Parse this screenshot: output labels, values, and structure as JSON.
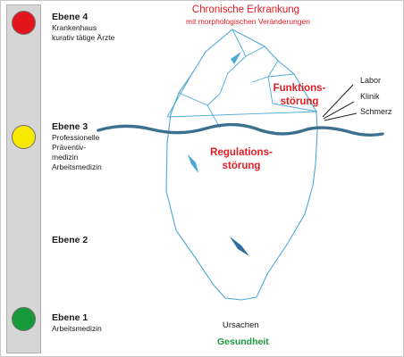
{
  "levels": [
    {
      "title": "Ebene 4",
      "lines": [
        "Krankenhaus",
        "kurativ tätige Ärzte"
      ],
      "light_color": "#e3151c"
    },
    {
      "title": "Ebene 3",
      "lines": [
        "Professionelle",
        "Präventiv-",
        "medizin",
        "Arbeitsmedizin"
      ],
      "light_color": "#f7ea00"
    },
    {
      "title": "Ebene 2",
      "lines": []
    },
    {
      "title": "Ebene 1",
      "lines": [
        "Arbeitsmedizin"
      ],
      "light_color": "#169a3a"
    }
  ],
  "top_title": {
    "line1": "Chronische Erkrankung",
    "line2": "mit morphologischen Veränderungen"
  },
  "funktion": {
    "line1": "Funktions-",
    "line2": "störung"
  },
  "regulation": {
    "line1": "Regulations-",
    "line2": "störung"
  },
  "side_labels": [
    "Labor",
    "Klinik",
    "Schmerz"
  ],
  "bottom": {
    "ursachen": "Ursachen",
    "gesundheit": "Gesundheit"
  },
  "colors": {
    "accent_red": "#e31c24",
    "green": "#1e9b3c",
    "ice_line": "#4da8d8",
    "water": "#3d6f8f"
  }
}
